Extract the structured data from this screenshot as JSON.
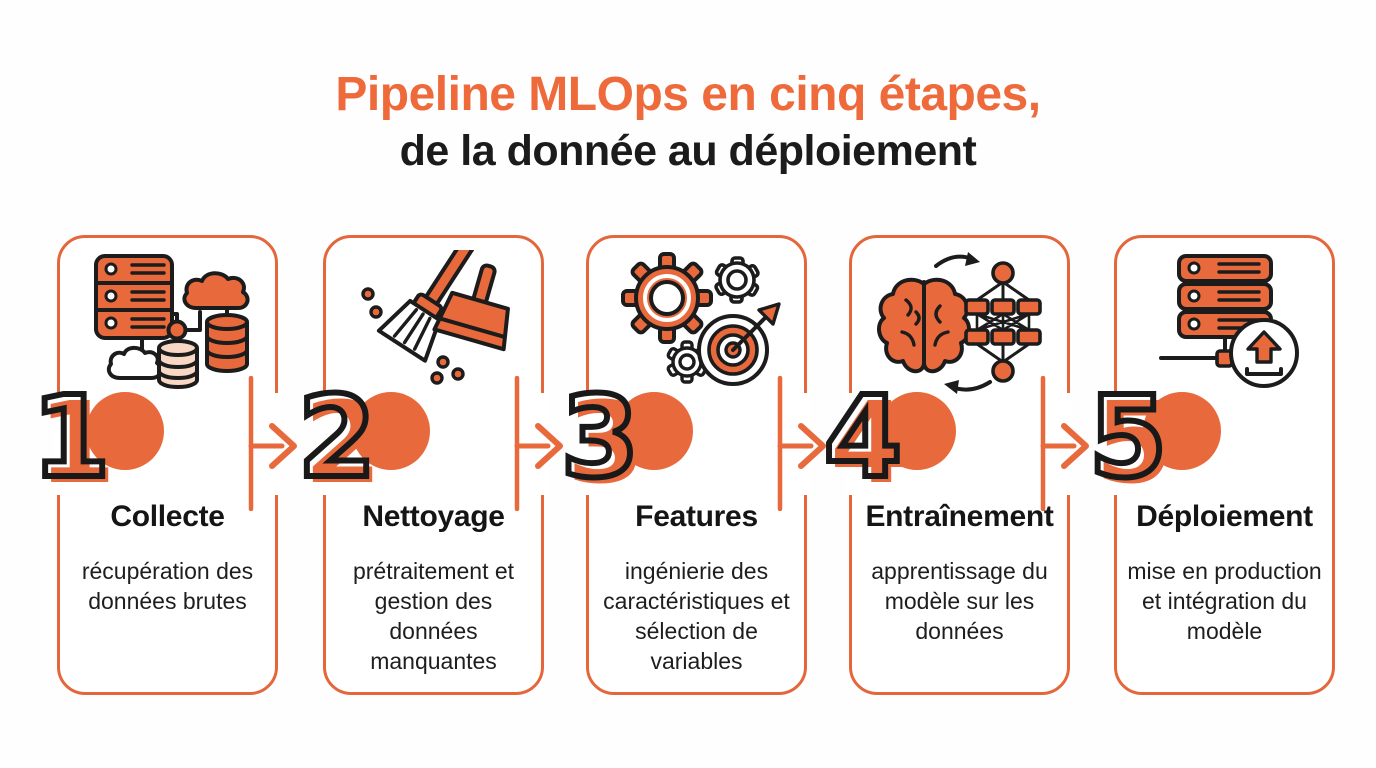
{
  "title": {
    "line1": "Pipeline MLOps en cinq étapes,",
    "line2": "de la donnée au déploiement"
  },
  "colors": {
    "accent_orange": "#E8693C",
    "heading_orange": "#EE6A3B",
    "card_border": "#E4673C",
    "text_dark": "#1b1b1b",
    "light_peach": "#F8D7C5"
  },
  "connector": {
    "icon": "elbow-right-arrow-icon"
  },
  "steps": [
    {
      "number": "1",
      "title": "Collecte",
      "description": "récupération des données brutes",
      "icon": "data-collection-icon"
    },
    {
      "number": "2",
      "title": "Nettoyage",
      "description": "prétraitement et gestion des données manquantes",
      "icon": "cleaning-icon"
    },
    {
      "number": "3",
      "title": "Features",
      "description": "ingénierie des caractéristiques et sélection de variables",
      "icon": "feature-engineering-icon"
    },
    {
      "number": "4",
      "title": "Entraînement",
      "description": "apprentissage du modèle sur les données",
      "icon": "model-training-icon"
    },
    {
      "number": "5",
      "title": "Déploiement",
      "description": "mise en production et intégration du modèle",
      "icon": "deployment-icon"
    }
  ]
}
